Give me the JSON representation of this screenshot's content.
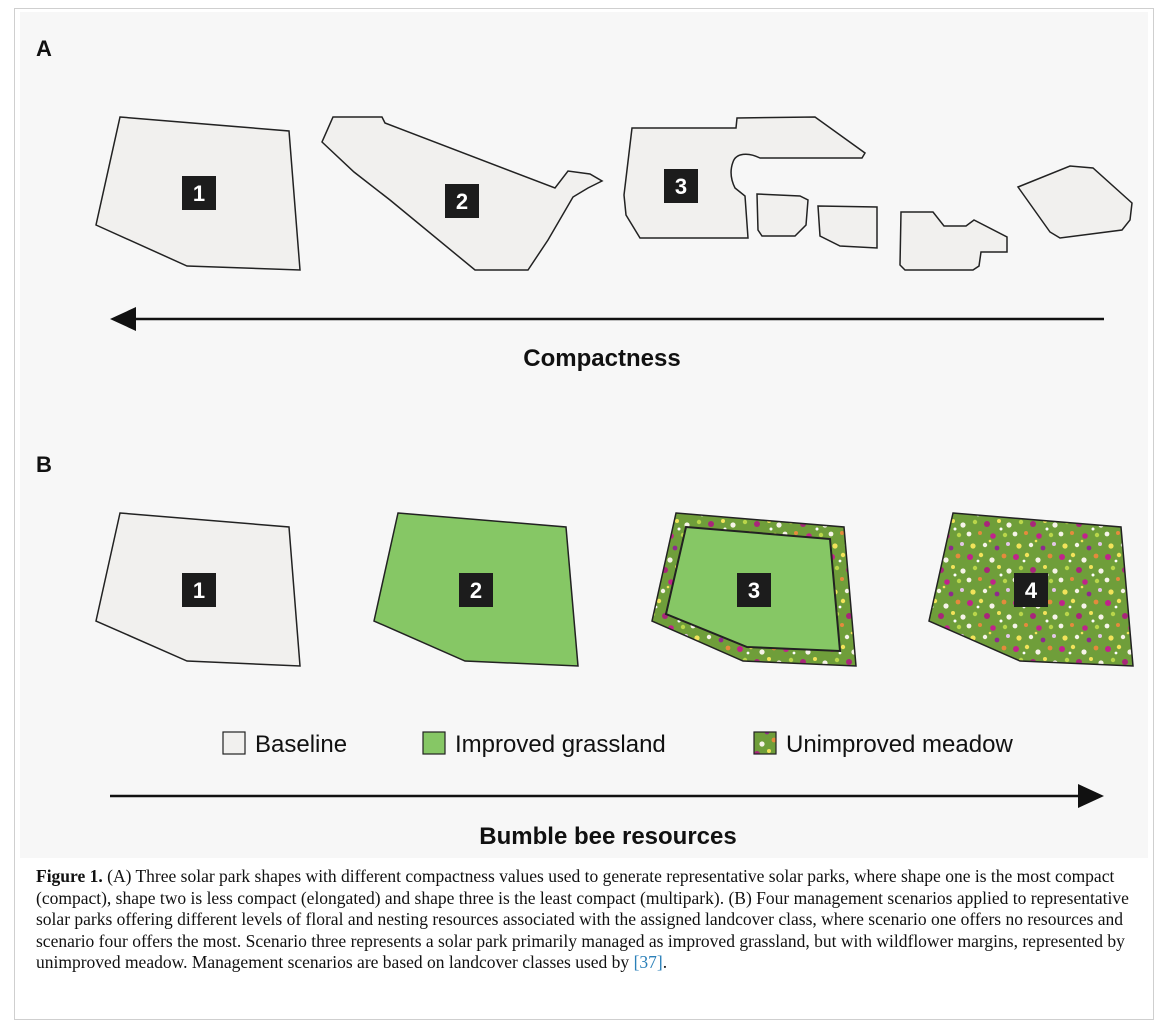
{
  "panels": {
    "a": {
      "letter": "A",
      "shapes": [
        {
          "number": "1"
        },
        {
          "number": "2"
        },
        {
          "number": "3"
        }
      ],
      "arrow_direction": "left",
      "axis_title": "Compactness"
    },
    "b": {
      "letter": "B",
      "scenarios": [
        {
          "number": "1",
          "fill": "baseline"
        },
        {
          "number": "2",
          "fill": "improved-grassland"
        },
        {
          "number": "3",
          "fill": "improved-grassland-with-meadow-margin"
        },
        {
          "number": "4",
          "fill": "unimproved-meadow"
        }
      ],
      "legend": [
        {
          "label": "Baseline",
          "swatch": "baseline"
        },
        {
          "label": "Improved grassland",
          "swatch": "improved-grassland"
        },
        {
          "label": "Unimproved meadow",
          "swatch": "unimproved-meadow"
        }
      ],
      "arrow_direction": "right",
      "axis_title": "Bumble bee resources"
    }
  },
  "colors": {
    "baseline": "#f1f0ee",
    "improved_grassland": "#86c765",
    "meadow_base": "#6f9e3a",
    "outline": "#222222",
    "label_box": "#1c1c1c"
  },
  "caption": {
    "label": "Figure 1.",
    "text_before_ref": " (A) Three solar park shapes with different compactness values used to generate representative solar parks, where shape one is the most compact (compact), shape two is less compact (elongated) and shape three is the least compact (multipark). (B) Four management scenarios applied to representative solar parks offering different levels of floral and nesting resources associated with the assigned landcover class, where scenario one offers no resources and scenario four offers the most. Scenario three represents a solar park primarily managed as improved grassland, but with wildflower margins, represented by unimproved meadow. Management scenarios are based on landcover classes used by ",
    "ref": "[37]",
    "text_after_ref": "."
  }
}
